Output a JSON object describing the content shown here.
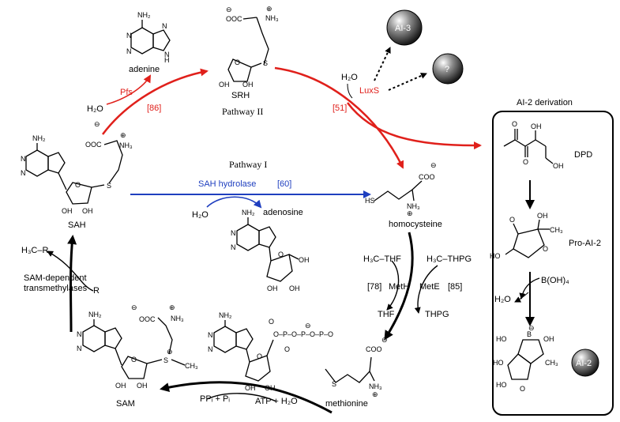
{
  "molecules": {
    "adenine": "adenine",
    "srh": "SRH",
    "sah": "SAH",
    "adenosine": "adenosine",
    "homocysteine": "homocysteine",
    "methionine": "methionine",
    "sam": "SAM",
    "dpd": "DPD",
    "pro_ai2": "Pro-AI-2"
  },
  "pathways": {
    "pathway_1": "Pathway I",
    "pathway_2": "Pathway II"
  },
  "enzymes": {
    "pfs": "Pfs",
    "luxs": "LuxS",
    "sah_hydrolase": "SAH hydrolase",
    "meth": "MetH",
    "mete": "MetE",
    "transmethylases_line1": "SAM-dependent",
    "transmethylases_line2": "transmethylases"
  },
  "refs": {
    "ref86": "[86]",
    "ref51": "[51]",
    "ref60": "[60]",
    "ref78": "[78]",
    "ref85": "[85]"
  },
  "reagents": {
    "h2o_pfs": "H₂O",
    "h2o_luxs": "H₂O",
    "h2o_sah": "H₂O",
    "h2o_boron": "H₂O",
    "h3c_thf": "H₃C–THF",
    "h3c_thpg": "H₃C–THPG",
    "thf": "THF",
    "thpg": "THPG",
    "ppi_pi": "PPᵢ + Pᵢ",
    "atp_h2o": "ATP + H₂O",
    "h3c_r": "H₃C–R",
    "r": "R",
    "boron_reagent": "B(OH)₄"
  },
  "products": {
    "ai3": "AI-3",
    "unknown": "?",
    "ai2": "AI-2"
  },
  "panel": {
    "title": "AI-2 derivation"
  },
  "colors": {
    "pathway_2": "#e0201b",
    "pathway_1": "#1f3fbf",
    "cycle": "#000000",
    "panel_border": "#000000"
  }
}
